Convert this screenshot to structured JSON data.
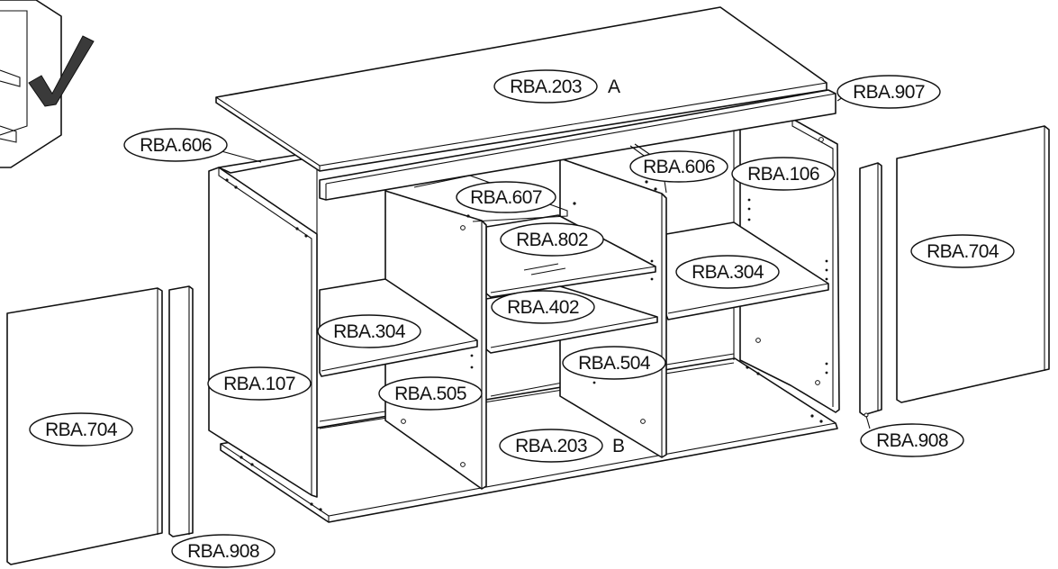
{
  "parts": {
    "top_panel": {
      "code": "RBA.203",
      "suffix": "A"
    },
    "bottom_panel": {
      "code": "RBA.203",
      "suffix": "B"
    },
    "top_front_strip": {
      "code": "RBA.907"
    },
    "left_side_panel": {
      "code": "RBA.107"
    },
    "right_side_panel": {
      "code": "RBA.106"
    },
    "left_top_rail": {
      "code": "RBA.606"
    },
    "right_top_rail": {
      "code": "RBA.606"
    },
    "inner_rail": {
      "code": "RBA.607"
    },
    "glass_shelf": {
      "code": "RBA.802"
    },
    "left_shelf": {
      "code": "RBA.304"
    },
    "right_shelf": {
      "code": "RBA.304"
    },
    "middle_shelf": {
      "code": "RBA.402"
    },
    "left_divider": {
      "code": "RBA.505"
    },
    "right_divider": {
      "code": "RBA.504"
    },
    "left_door": {
      "code": "RBA.704"
    },
    "right_door": {
      "code": "RBA.704"
    },
    "left_door_strip": {
      "code": "RBA.908"
    },
    "right_door_strip": {
      "code": "RBA.908"
    }
  }
}
